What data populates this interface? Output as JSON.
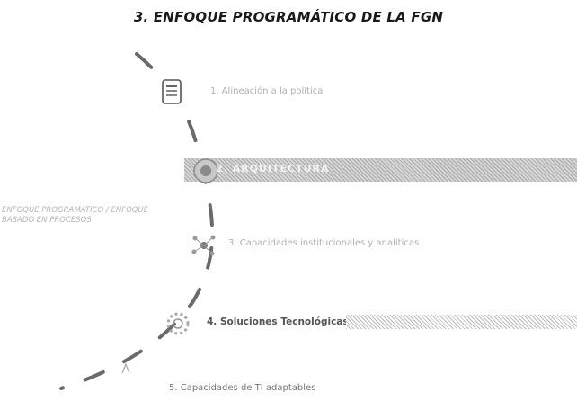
{
  "title": "3. ENFOQUE PROGRAMÁTICO DE LA FGN",
  "side_label": "ENFOQUE PROGRAMÁTICO / ENFOQUE BASADO EN PROCESOS",
  "steps": [
    {
      "label": "1. Alineación a la política"
    },
    {
      "label": "2. ARQUITECTURA"
    },
    {
      "label": "3. Capacidades institucionales y analíticas"
    },
    {
      "label": "4. Soluciones Tecnológicas"
    },
    {
      "label": "5. Capacidades de TI adaptables"
    }
  ],
  "icons": [
    "document-icon",
    "architecture-icon",
    "network-icon",
    "gear-icon",
    "arrow-icon"
  ]
}
